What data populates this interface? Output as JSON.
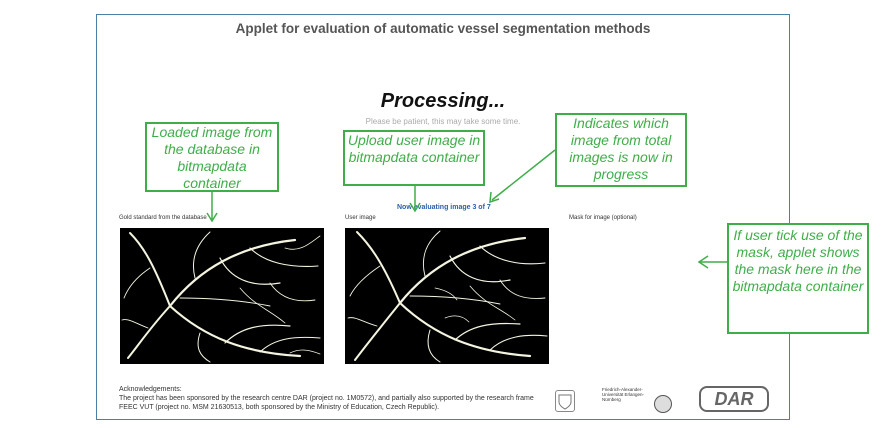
{
  "applet": {
    "title": "Applet for evaluation of automatic vessel segmentation methods",
    "processing_title": "Processing...",
    "patience_text": "Please be patient, this may take some time.",
    "evaluating_status": "Now evaluating image 3 of 7"
  },
  "panels": [
    {
      "label": "Gold standard from the database"
    },
    {
      "label": "User image"
    },
    {
      "label": "Mask for image (optional)"
    }
  ],
  "acknowledgements": {
    "heading": "Acknowledgements:",
    "body": "The project has been sponsored by the research centre DAR (project no. 1M0572), and partially also supported by the research frame FEEC VUT (project no. MSM 21630513, both sponsored by the Ministry of Education, Czech Republic)."
  },
  "logos": {
    "fau_text": "Friedrich-Alexander-Universität Erlangen-Nürnberg",
    "dar_text": "DAR"
  },
  "callouts": {
    "loaded_image": "Loaded image from the database in bitmapdata container",
    "upload_image": "Upload user image in bitmapdata container",
    "progress_indicator": "Indicates which image from total images is now in progress",
    "mask_note": "If user tick use of the mask, applet shows the mask here in the bitmapdata container"
  },
  "colors": {
    "callout_green": "#3fae49",
    "frame_border": "#4a7fa6",
    "status_blue": "#2a5fa8"
  }
}
